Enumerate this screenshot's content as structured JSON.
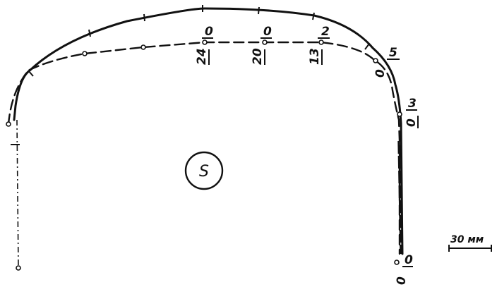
{
  "section_label": "S",
  "scale": {
    "label": "30 мм"
  },
  "labels": {
    "top_pairs": [
      {
        "upper": "0",
        "lower": "24"
      },
      {
        "upper": "0",
        "lower": "20"
      },
      {
        "upper": "2",
        "lower": "13"
      }
    ],
    "right_side": [
      {
        "value": "5"
      },
      {
        "value": "0"
      },
      {
        "value": "3"
      },
      {
        "value": "0"
      },
      {
        "value": "0"
      },
      {
        "value": "0"
      }
    ]
  }
}
